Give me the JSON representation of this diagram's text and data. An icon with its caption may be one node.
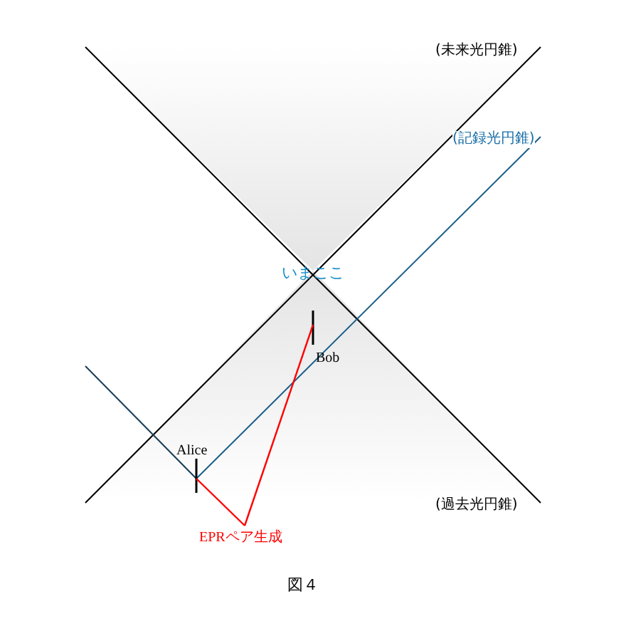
{
  "diagram": {
    "caption": "図４",
    "nodes": [
      {
        "text": [
          "いまここ"
        ]
      },
      {
        "text": [
          "Bob"
        ]
      },
      {
        "text": [
          "Alice"
        ]
      },
      {
        "text": [
          "EPRペア生成"
        ]
      }
    ],
    "edges": [
      {
        "from": 3,
        "to": 2,
        "arrow": "none",
        "color": "#ff0000"
      },
      {
        "from": 3,
        "to": 1,
        "arrow": "none",
        "color": "#ff0000"
      }
    ],
    "labels": [
      "(未来光円錐)",
      "(記録光円錐)",
      "(過去光円錐)"
    ]
  }
}
